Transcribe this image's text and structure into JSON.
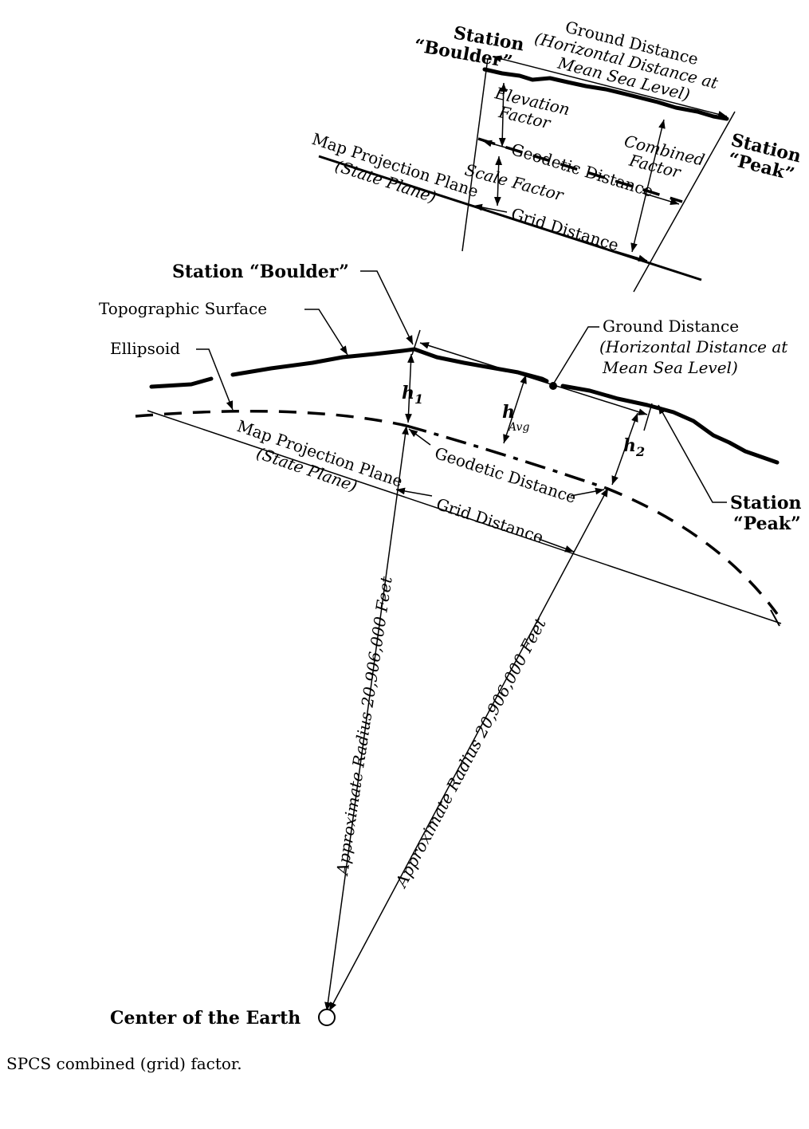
{
  "inset": {
    "station_boulder": [
      "Station",
      "“Boulder”"
    ],
    "ground_distance": [
      "Ground Distance",
      "(Horizontal Distance at",
      "Mean Sea Level)"
    ],
    "elevation_factor": [
      "Elevation",
      "Factor"
    ],
    "station_peak": [
      "Station",
      "“Peak”"
    ],
    "combined_factor": [
      "Combined",
      "Factor"
    ],
    "map_projection": [
      "Map Projection Plane",
      "(State Plane)"
    ],
    "scale_factor": "Scale Factor",
    "geodetic_distance": "Geodetic Distance",
    "grid_distance": "Grid Distance"
  },
  "main": {
    "station_boulder": "Station “Boulder”",
    "topographic_surface": "Topographic Surface",
    "ellipsoid": "Ellipsoid",
    "ground_distance": [
      "Ground Distance",
      "(Horizontal Distance at",
      "Mean Sea Level)"
    ],
    "h1": "h",
    "h1_sub": "1",
    "havg": "h",
    "havg_sub": "Avg",
    "h2": "h",
    "h2_sub": "2",
    "map_projection": [
      "Map Projection Plane",
      "(State Plane)"
    ],
    "geodetic_distance": "Geodetic Distance",
    "grid_distance": "Grid Distance",
    "station_peak": [
      "Station",
      "“Peak”"
    ],
    "radius_left": "Approximate Radius 20,906,000 Feet",
    "radius_right": "Approximate Radius 20,906,000 Feet",
    "center": "Center of the Earth"
  },
  "caption": "SPCS combined (grid) factor."
}
